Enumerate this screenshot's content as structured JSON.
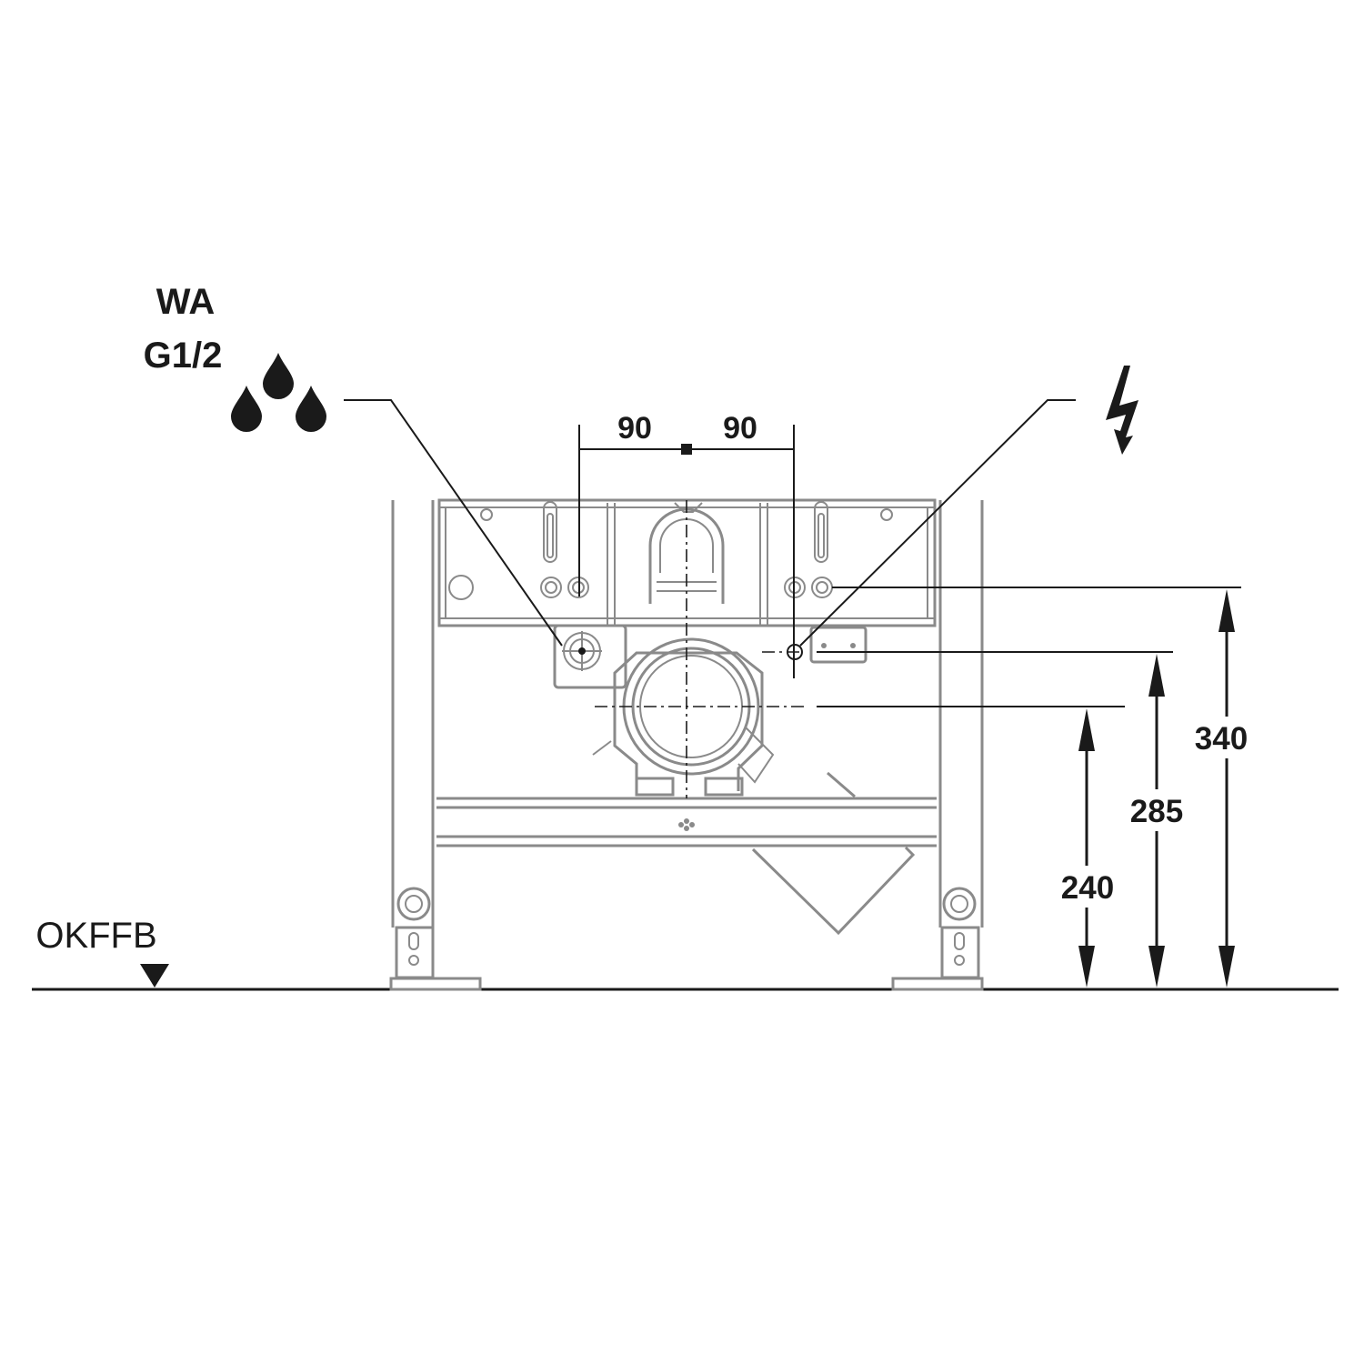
{
  "labels": {
    "water_connection": "WA",
    "water_thread": "G1/2",
    "floor_reference": "OKFFB"
  },
  "dimensions": {
    "left_offset": "90",
    "right_offset": "90",
    "drain_height": "240",
    "electric_height": "285",
    "top_height": "340"
  },
  "icons": {
    "water": "water-drops-icon",
    "electric": "lightning-bolt-icon",
    "floor_marker": "triangle-down-icon"
  }
}
